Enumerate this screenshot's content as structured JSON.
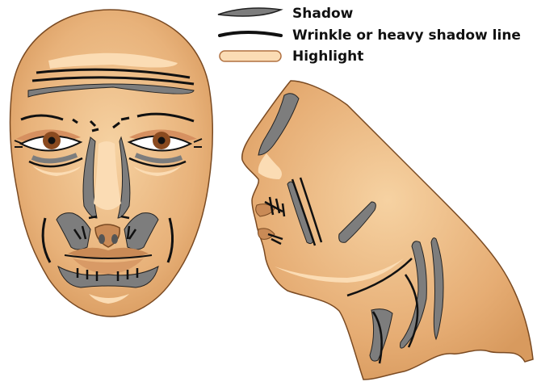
{
  "legend": {
    "items": [
      {
        "label": "Shadow",
        "swatch": "shadow"
      },
      {
        "label": "Wrinkle or heavy shadow line",
        "swatch": "wrinkle"
      },
      {
        "label": "Highlight",
        "swatch": "highlight"
      }
    ]
  },
  "colors": {
    "skin": "#e1a56c",
    "skin_light": "#f0c894",
    "shadow": "#7d7d7d",
    "highlight": "#fbdcb4",
    "line": "#111111",
    "lip": "#c98a56",
    "iris": "#8a4a20",
    "eyelid": "#d69060"
  }
}
